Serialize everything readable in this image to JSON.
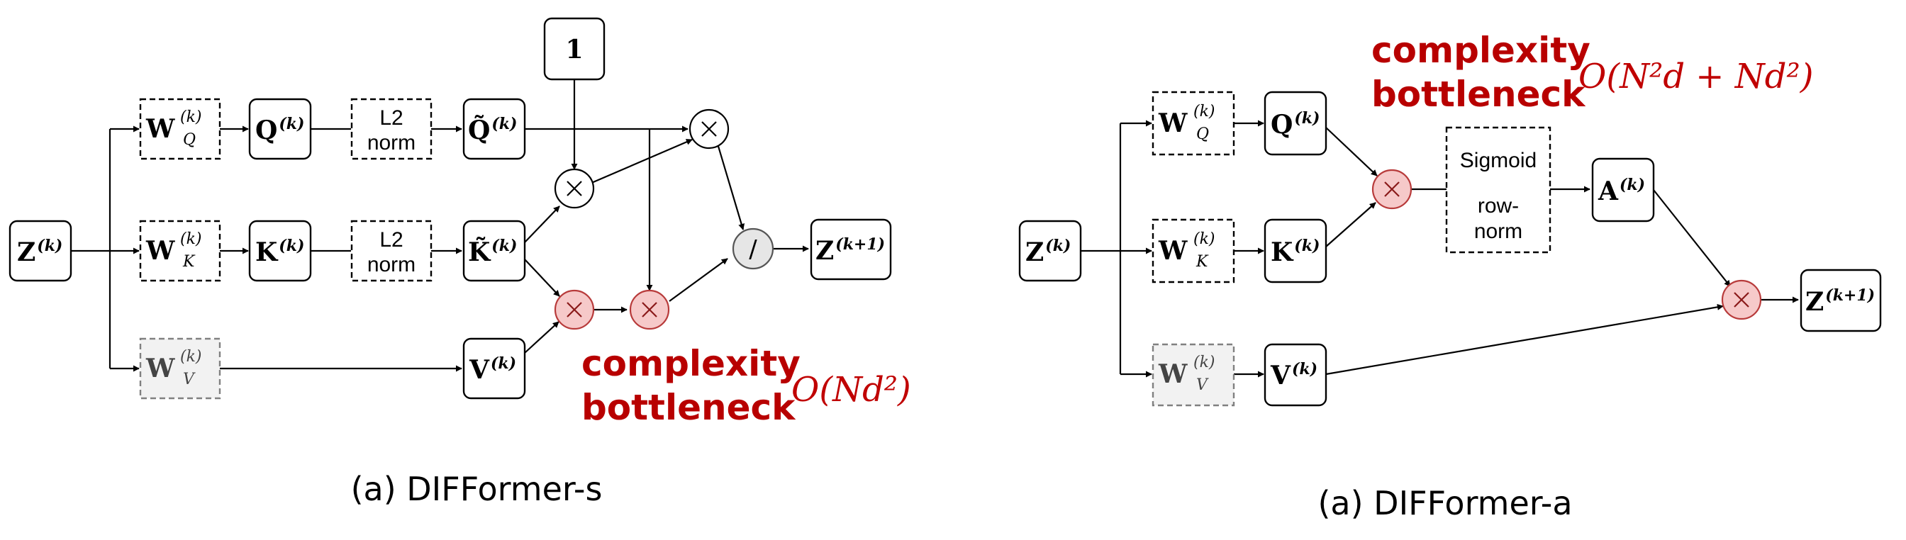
{
  "panels": [
    {
      "caption": "(a) DIFFormer-s",
      "annotation": {
        "line1": "complexity",
        "line2": "bottleneck",
        "expr": "O(Nd²)"
      },
      "nodes": {
        "z_in": "Z",
        "z_in_sup": "(k)",
        "wq": "W",
        "wq_sup": "(k)",
        "wq_sub": "Q",
        "wk": "W",
        "wk_sup": "(k)",
        "wk_sub": "K",
        "wv": "W",
        "wv_sup": "(k)",
        "wv_sub": "V",
        "q": "Q",
        "q_sup": "(k)",
        "k": "K",
        "k_sup": "(k)",
        "v": "V",
        "v_sup": "(k)",
        "norm_q_1": "L2",
        "norm_q_2": "norm",
        "norm_k_1": "L2",
        "norm_k_2": "norm",
        "qt": "Q̃",
        "qt_sup": "(k)",
        "kt": "K̃",
        "kt_sup": "(k)",
        "one": "1",
        "div": "/",
        "z_out": "Z",
        "z_out_sup": "(k+1)"
      }
    },
    {
      "caption": "(a) DIFFormer-a",
      "annotation": {
        "line1": "complexity",
        "line2": "bottleneck",
        "expr": "O(N²d + Nd²)"
      },
      "nodes": {
        "z_in": "Z",
        "z_in_sup": "(k)",
        "wq": "W",
        "wq_sup": "(k)",
        "wq_sub": "Q",
        "wk": "W",
        "wk_sup": "(k)",
        "wk_sub": "K",
        "wv": "W",
        "wv_sup": "(k)",
        "wv_sub": "V",
        "q": "Q",
        "q_sup": "(k)",
        "k": "K",
        "k_sup": "(k)",
        "v": "V",
        "v_sup": "(k)",
        "sig_1": "Sigmoid",
        "sig_2": "row-",
        "sig_3": "norm",
        "a": "A",
        "a_sup": "(k)",
        "z_out": "Z",
        "z_out_sup": "(k+1)"
      }
    }
  ]
}
